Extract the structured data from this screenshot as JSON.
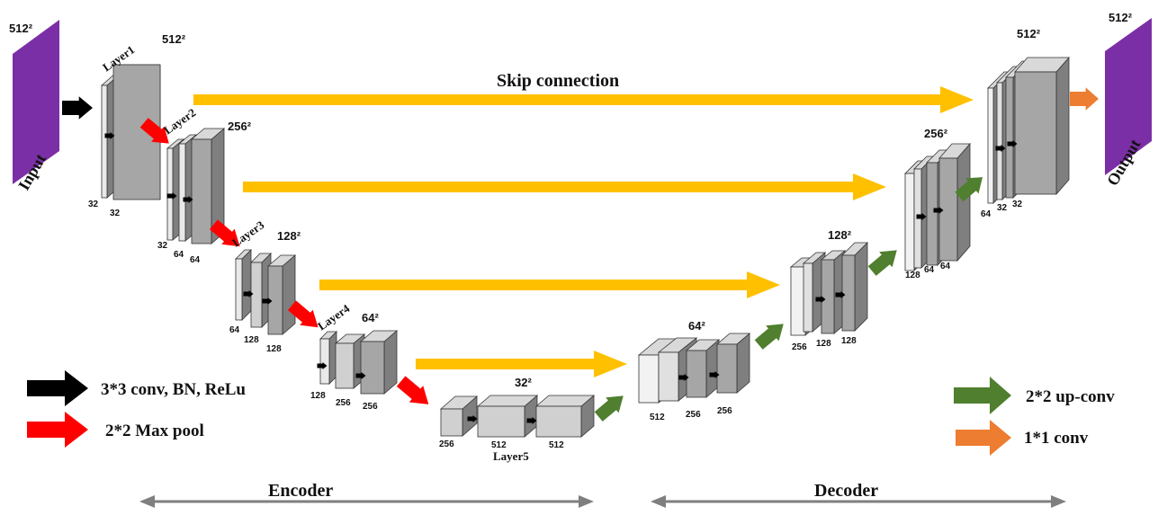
{
  "colors": {
    "input_output": "#7b2fa6",
    "skip": "#ffc000",
    "conv": "#000000",
    "maxpool": "#ff0000",
    "upconv": "#4f7f2f",
    "conv1x1": "#ed7d31",
    "slab_gray": "#a6a6a6",
    "slab_light": "#e9e9e9",
    "axis_arrow": "#7f7f7f"
  },
  "labels": {
    "input": "Input",
    "output": "Output",
    "skip": "Skip connection",
    "encoder": "Encoder",
    "decoder": "Decoder"
  },
  "dims": {
    "input": "512²",
    "output": "512²",
    "enc1": "512²",
    "enc2": "256²",
    "enc3": "128²",
    "enc4": "64²",
    "bottleneck": "32²",
    "dec4": "64²",
    "dec3": "128²",
    "dec2": "256²",
    "dec1": "512²"
  },
  "layers": {
    "l1": "Layer1",
    "l2": "Layer2",
    "l3": "Layer3",
    "l4": "Layer4",
    "l5": "Layer5"
  },
  "channels": {
    "e1a": "32",
    "e1b": "32",
    "e2a": "32",
    "e2b": "64",
    "e2c": "64",
    "e3a": "64",
    "e3b": "128",
    "e3c": "128",
    "e4a": "128",
    "e4b": "256",
    "e4c": "256",
    "b1": "256",
    "b2": "512",
    "b3": "512",
    "d4a": "512",
    "d4b": "256",
    "d4c": "256",
    "d3a": "256",
    "d3b": "128",
    "d3c": "128",
    "d2a": "128",
    "d2b": "64",
    "d2c": "64",
    "d1a": "64",
    "d1b": "32",
    "d1c": "32"
  },
  "legend": [
    {
      "label": "3*3 conv, BN, ReLu",
      "color": "#000000"
    },
    {
      "label": "2*2 Max pool",
      "color": "#ff0000"
    },
    {
      "label": "2*2 up-conv",
      "color": "#4f7f2f"
    },
    {
      "label": "1*1 conv",
      "color": "#ed7d31"
    }
  ]
}
